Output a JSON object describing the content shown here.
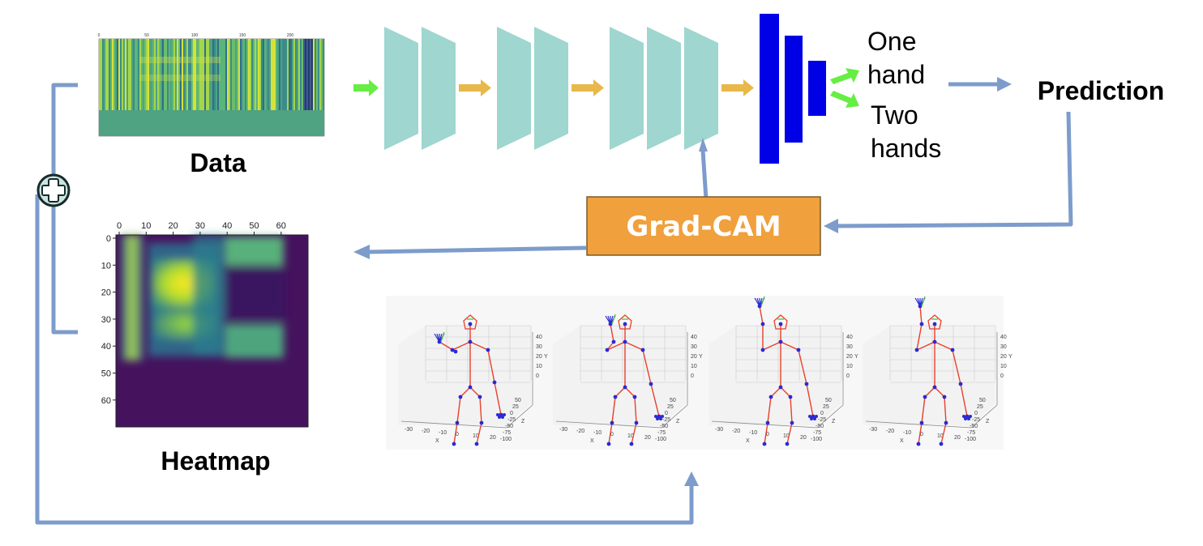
{
  "labels": {
    "data": "Data",
    "heatmap": "Heatmap",
    "gradcam": "Grad-CAM",
    "prediction": "Prediction",
    "out1_line1": "One",
    "out1_line2": "hand",
    "out2_line1": "Two",
    "out2_line2": "hands"
  },
  "data_axis_ticks": [
    "0",
    "50",
    "100",
    "150",
    "200"
  ],
  "heatmap_axis": {
    "x_ticks": [
      "0",
      "10",
      "20",
      "30",
      "40",
      "50",
      "60"
    ],
    "y_ticks": [
      "0",
      "10",
      "20",
      "30",
      "40",
      "50",
      "60"
    ]
  },
  "pose_axis": {
    "x_ticks": [
      "-30",
      "-20",
      "-10",
      "0",
      "10",
      "20"
    ],
    "z_ticks": [
      "50",
      "25",
      "0",
      "-25",
      "-50",
      "-75",
      "-100"
    ],
    "y_ticks": [
      "40",
      "30",
      "20",
      "10",
      "0"
    ],
    "x_label": "X",
    "y_label": "Y",
    "z_label": "Z"
  },
  "colors": {
    "arrow_blue": "#7d9ccb",
    "teal": "#9fd6cf",
    "dense_blue": "#0000e6",
    "gradcam_fill": "#f0a03c",
    "arrow_green": "#66ee44",
    "arrow_gold": "#e8b84a",
    "viridis_dark": "#45125e",
    "viridis_teal": "#56a784"
  },
  "icons": [
    "plus-circle-icon"
  ]
}
